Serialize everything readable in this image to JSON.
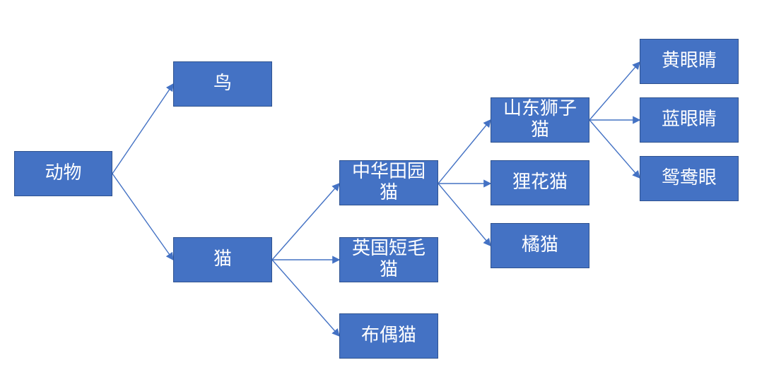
{
  "diagram": {
    "colors": {
      "node_fill": "#4472c4",
      "node_border": "#2f528f",
      "connector": "#4472c4",
      "text": "#ffffff"
    },
    "nodes": {
      "animal": "动物",
      "bird": "鸟",
      "cat": "猫",
      "chinese_rural_cat": "中华田园猫",
      "british_shorthair": "英国短毛猫",
      "ragdoll": "布偶猫",
      "shandong_lion_cat": "山东狮子猫",
      "dragon_li": "狸花猫",
      "orange_cat": "橘猫",
      "yellow_eyes": "黄眼睛",
      "blue_eyes": "蓝眼睛",
      "odd_eyes": "鸳鸯眼"
    }
  }
}
